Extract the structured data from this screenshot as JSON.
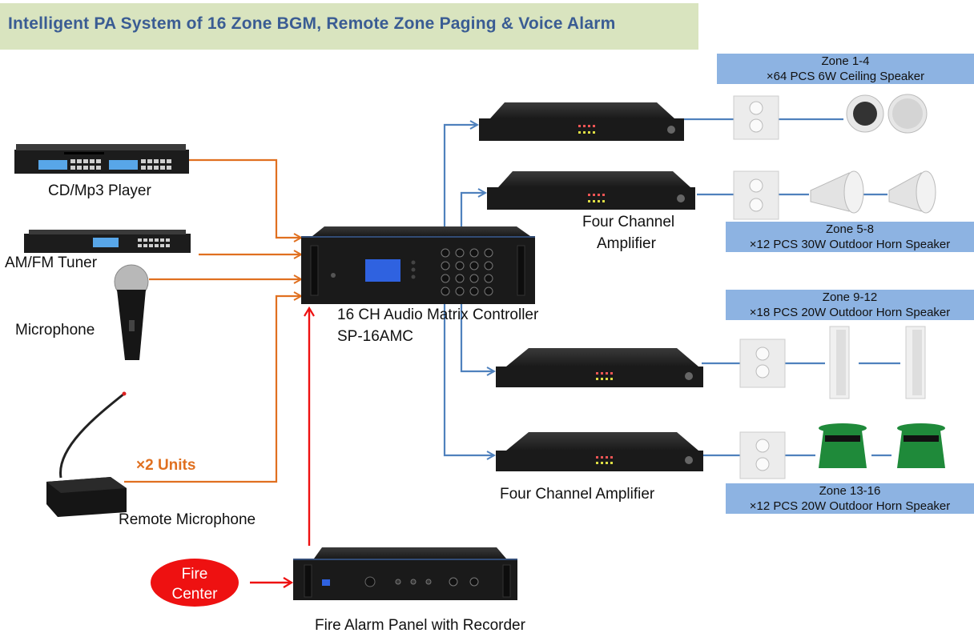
{
  "title": "Intelligent  PA System of 16 Zone  BGM, Remote Zone Paging & Voice Alarm",
  "colors": {
    "title_bg": "#d9e4bf",
    "title_text": "#3a5c93",
    "zone_box": "#8db3e2",
    "input_line": "#e07020",
    "output_line": "#4f81bd",
    "alarm_line": "#ee1111",
    "fire_center": "#ee1111"
  },
  "sources": {
    "cd_player": "CD/Mp3 Player",
    "tuner": "AM/FM Tuner",
    "microphone": "Microphone",
    "remote_mic": "Remote Microphone",
    "remote_units": "×2 Units"
  },
  "controller": {
    "line1": "16 CH Audio Matrix Controller",
    "line2": "SP-16AMC"
  },
  "amplifiers": {
    "label_top": [
      "Four Channel",
      "Amplifier"
    ],
    "label_bottom": "Four Channel Amplifier"
  },
  "fire": {
    "center_line1": "Fire",
    "center_line2": "Center",
    "panel_label": "Fire Alarm Panel with Recorder"
  },
  "zones": [
    {
      "name": "Zone 1-4",
      "desc": "×64  PCS  6W Ceiling Speaker",
      "speaker": "ceiling"
    },
    {
      "name": "Zone 5-8",
      "desc": "×12 PCS 30W Outdoor Horn Speaker",
      "speaker": "horn"
    },
    {
      "name": "Zone 9-12",
      "desc": "×18 PCS 20W Outdoor Horn Speaker",
      "speaker": "column"
    },
    {
      "name": "Zone 13-16",
      "desc": "×12 PCS 20W Outdoor Horn Speaker",
      "speaker": "garden"
    }
  ]
}
